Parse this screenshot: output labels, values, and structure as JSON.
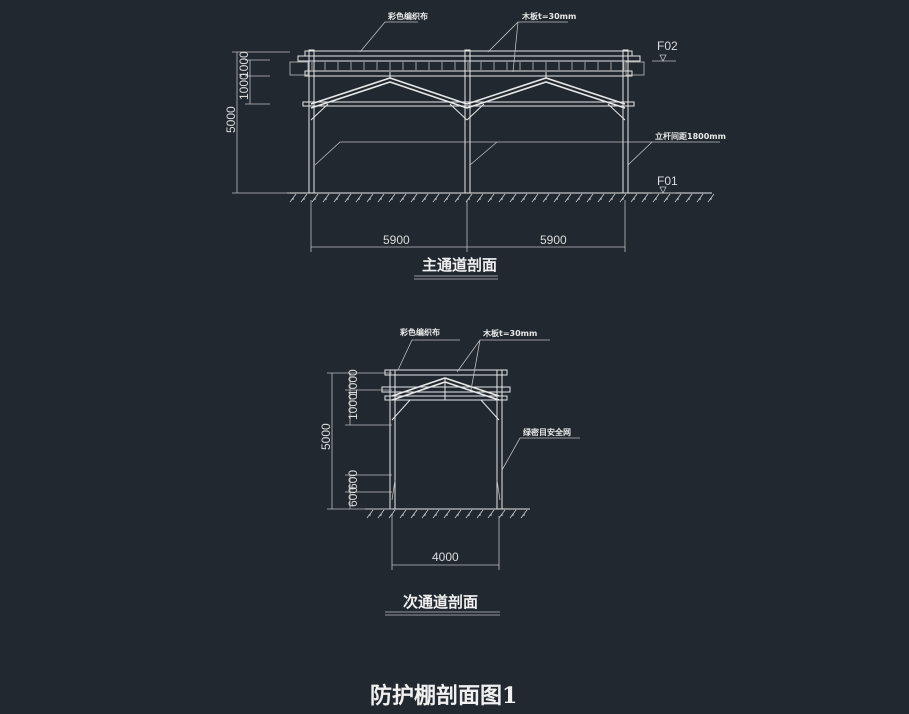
{
  "main_section": {
    "annotation_cloth": "彩色编织布",
    "annotation_board": "木板t=30mm",
    "annotation_pole": "立杆间距1800mm",
    "level_top": "F02",
    "level_bottom": "F01",
    "dim_height": "5000",
    "dim_upper": "1000",
    "dim_upper2": "1000",
    "dim_span_left": "5900",
    "dim_span_right": "5900",
    "caption": "主通道剖面"
  },
  "secondary_section": {
    "annotation_cloth": "彩色编织布",
    "annotation_board": "木板t=30mm",
    "annotation_net": "绿密目安全网",
    "dim_height": "5000",
    "dim_upper": "1000",
    "dim_upper2": "1000",
    "dim_lower": "600",
    "dim_lower2": "600",
    "dim_span": "4000",
    "caption": "次通道剖面"
  },
  "drawing_title": "防护棚剖面图1",
  "colors": {
    "background": "#212830",
    "linework": "#e6e6e6"
  }
}
